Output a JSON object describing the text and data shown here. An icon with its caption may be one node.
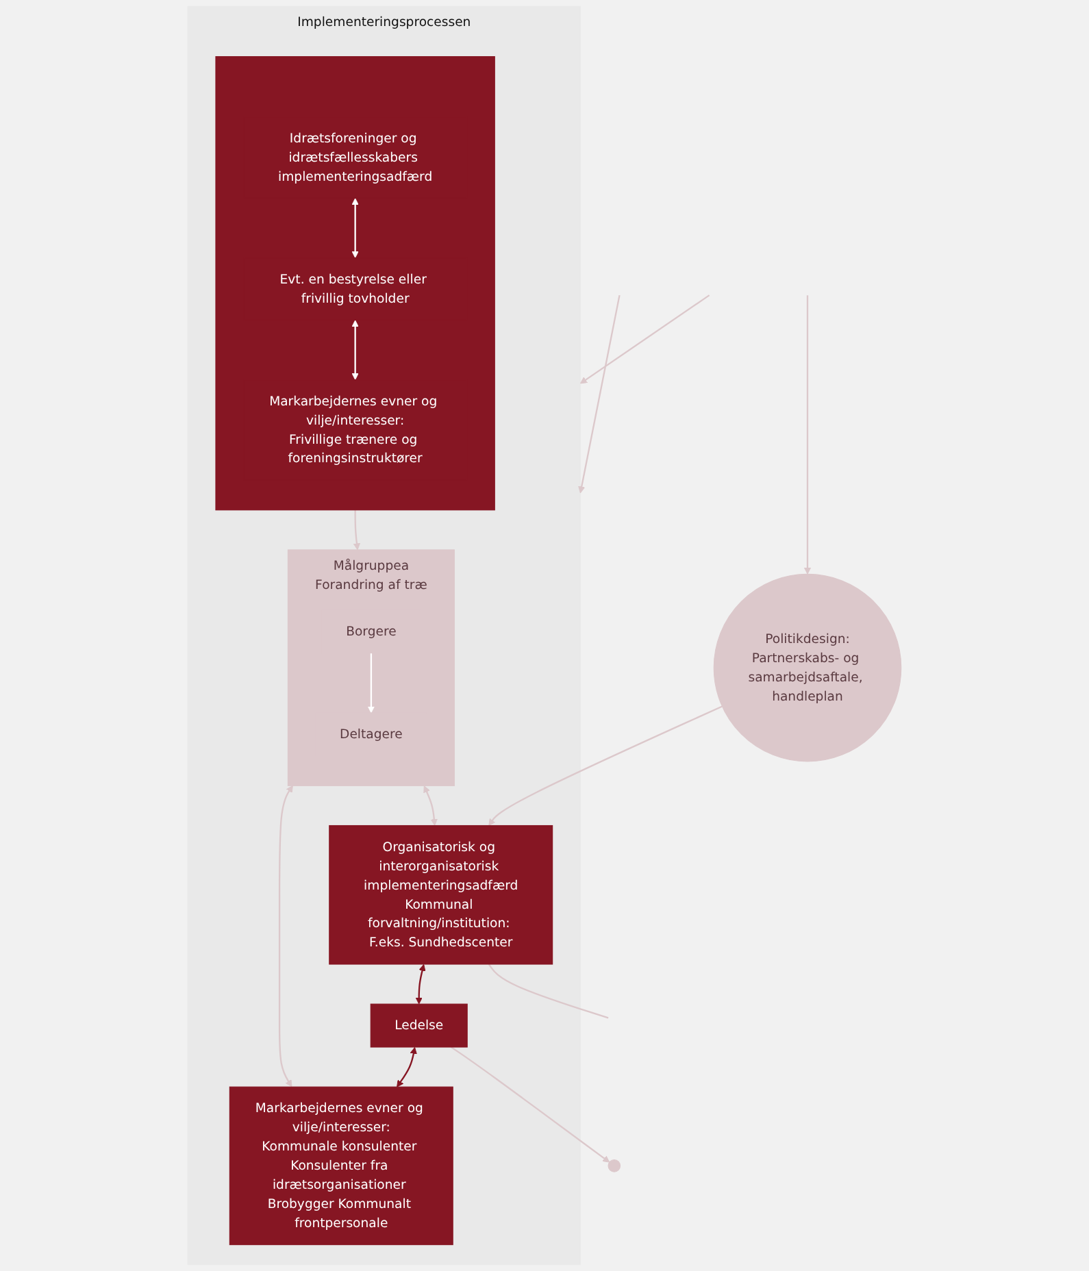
{
  "diagram": {
    "nodes": [
      {
        "text": [
          "Politikdesign:",
          "Partnerskabs- og samarbejdsaftale, handleplan"
        ]
      },
      {
        "text": [
          "Implementeringsprocessen"
        ]
      },
      {
        "text": [
          "Organisatorisk og interorganisatorisk implementeringsadfærd",
          "Kommunal forvaltning/institution: F.eks. Sundhedscenter"
        ],
        "in": 1
      },
      {
        "text": [
          "Ledelse"
        ],
        "in": 1
      },
      {
        "text": [
          "Markarbejdernes evner og vilje/interesser:",
          "Kommunale konsulenter Konsulenter fra idrætsorganisationer Brobygger Kommunalt frontpersonale"
        ],
        "in": 1
      },
      {
        "text": [],
        "shape": "circle"
      },
      {
        "text": [],
        "shape": "box",
        "in": 1
      },
      {
        "text": [
          "Idrætsforeninger og idrætsfællesskabers implementeringsadfærd"
        ],
        "in": 6
      },
      {
        "text": [
          "Evt. en bestyrelse eller frivillig tovholder"
        ],
        "in": 6
      },
      {
        "text": [
          "Markarbejdernes evner og vilje/interesser:",
          "Frivillige trænere og foreningsinstruktører"
        ],
        "in": 6
      },
      {
        "text": [
          "Målgruppea",
          "Forandring af træ"
        ],
        "in": 1
      },
      {
        "text": [
          "Borgere"
        ],
        "in": 10
      },
      {
        "text": [
          "Deltagere"
        ],
        "in": 10
      }
    ],
    "edges": [
      {
        "from": null,
        "to": 0,
        "arrow": "to"
      },
      {
        "from": 0,
        "to": 2,
        "arrow": "to"
      },
      {
        "from": null,
        "to": 1,
        "arrow": "to"
      },
      {
        "from": null,
        "to": 1,
        "arrow": "to"
      },
      {
        "from": 2,
        "to": null,
        "arrow": "none"
      },
      {
        "from": 2,
        "to": 3,
        "arrow": "both",
        "color": "#861623"
      },
      {
        "from": 3,
        "to": 4,
        "arrow": "both",
        "color": "#861623"
      },
      {
        "from": 3,
        "to": 5,
        "arrow": "to"
      },
      {
        "from": 10,
        "to": 2,
        "arrow": "both"
      },
      {
        "from": 6,
        "to": 10,
        "arrow": "to"
      },
      {
        "from": 4,
        "to": 10,
        "arrow": "both"
      },
      {
        "from": 7,
        "to": 8,
        "arrow": "both",
        "color": "#ffffff"
      },
      {
        "from": 8,
        "to": 9,
        "arrow": "both",
        "color": "#ffffff"
      },
      {
        "from": 11,
        "to": 12,
        "arrow": "to",
        "color": "#ffffff"
      }
    ]
  }
}
